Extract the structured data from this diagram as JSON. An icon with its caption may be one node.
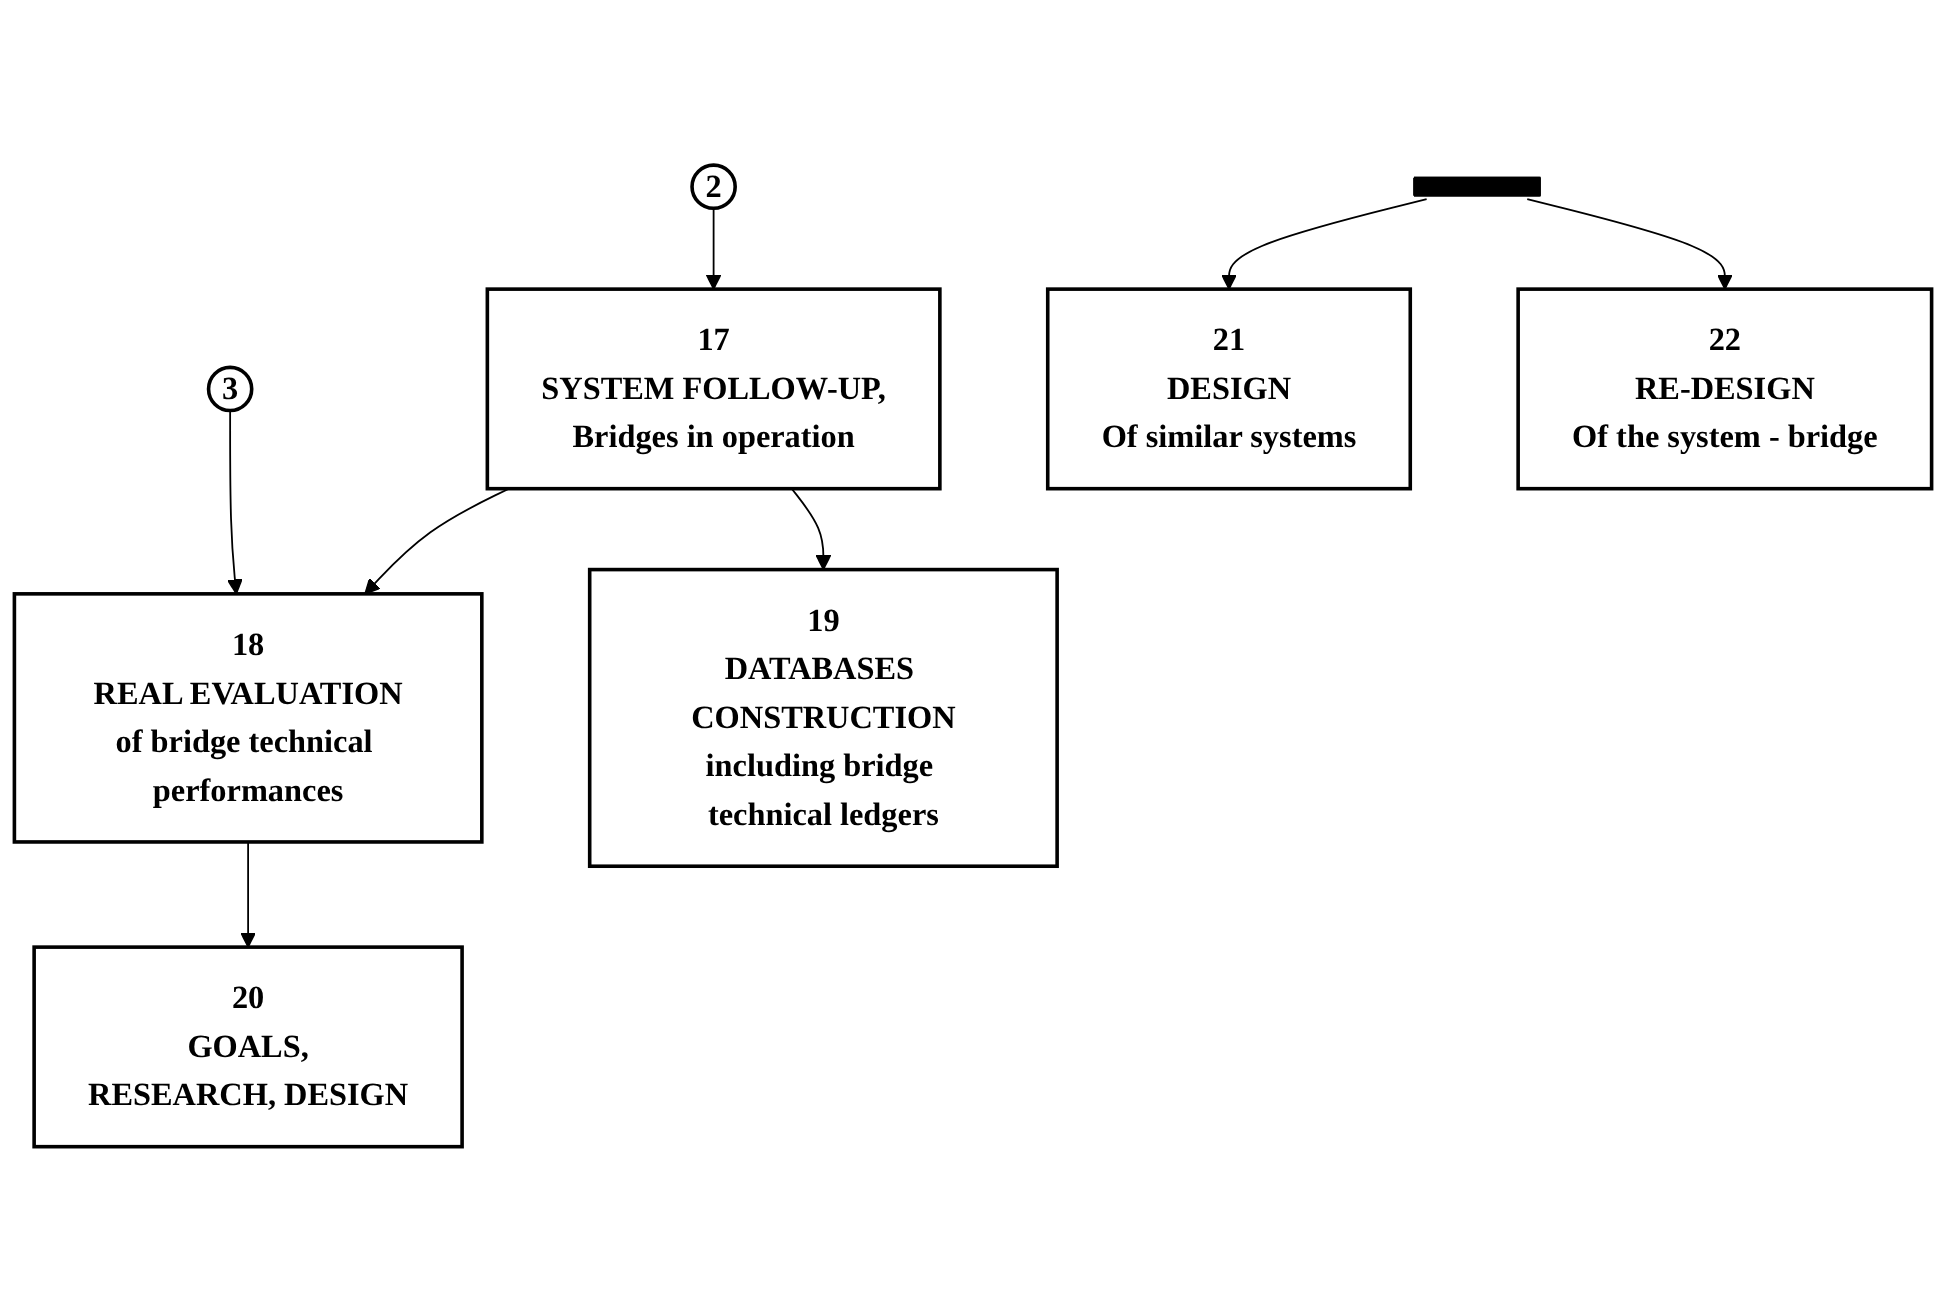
{
  "diagram": {
    "nodes": [
      {
        "text": [
          "2"
        ]
      },
      {
        "text": [
          "3"
        ]
      },
      {
        "text": [
          "17",
          "SYSTEM FOLLOW-UP,",
          "Bridges in operation"
        ]
      },
      {
        "text": [
          "18",
          "REAL EVALUATION",
          "of bridge technical performances"
        ]
      },
      {
        "text": [
          "19",
          "DATABASES CONSTRUCTION",
          "including bridge technical ledgers"
        ]
      },
      {
        "text": [
          "20",
          "GOALS,",
          "RESEARCH, DESIGN"
        ]
      },
      {
        "text": [],
        "shape": "bar"
      },
      {
        "text": [
          "21",
          "DESIGN",
          "Of similar systems"
        ]
      },
      {
        "text": [
          "22",
          "RE-DESIGN",
          "Of the system - bridge"
        ]
      }
    ],
    "edges": [
      {
        "from": 0,
        "to": 2,
        "arrow": "to"
      },
      {
        "from": 1,
        "to": 3,
        "arrow": "to"
      },
      {
        "from": 2,
        "to": 3,
        "arrow": "to"
      },
      {
        "from": 2,
        "to": 4,
        "arrow": "to"
      },
      {
        "from": 3,
        "to": 5,
        "arrow": "to"
      },
      {
        "from": 6,
        "to": 7,
        "arrow": "to"
      },
      {
        "from": 6,
        "to": 8,
        "arrow": "to"
      }
    ]
  }
}
